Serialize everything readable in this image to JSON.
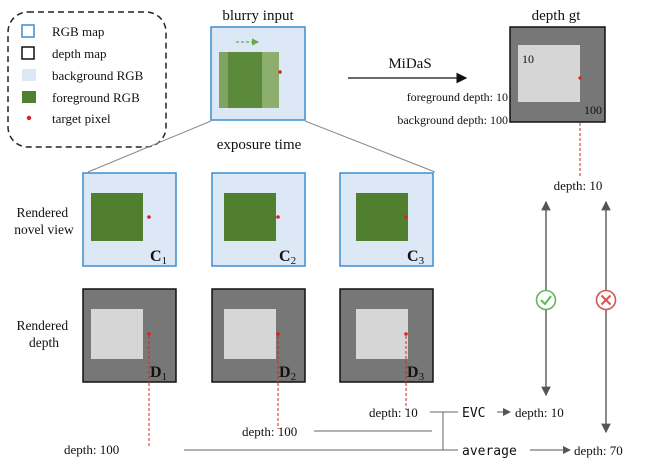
{
  "legend": {
    "items": [
      {
        "label": "RGB map",
        "swatch": "rgb-map-outline"
      },
      {
        "label": "depth map",
        "swatch": "depth-map-outline"
      },
      {
        "label": "background RGB",
        "swatch": "background-rgb-fill"
      },
      {
        "label": "foreground RGB",
        "swatch": "foreground-rgb-fill"
      },
      {
        "label": "target pixel",
        "swatch": "target-pixel-dot"
      }
    ]
  },
  "top": {
    "blurry_input_title": "blurry input",
    "midas_label": "MiDaS",
    "depth_gt_title": "depth gt",
    "gt_foreground_value": "10",
    "gt_background_value": "100",
    "foreground_depth_text": "foreground depth: 10",
    "background_depth_text": "background depth: 100",
    "exposure_time_label": "exposure time"
  },
  "rows": {
    "rendered_novel_view_label": "Rendered novel view",
    "rendered_depth_label": "Rendered depth"
  },
  "views": [
    {
      "label_main": "C",
      "label_sub": "1"
    },
    {
      "label_main": "C",
      "label_sub": "2"
    },
    {
      "label_main": "C",
      "label_sub": "3"
    }
  ],
  "depths": [
    {
      "label_main": "D",
      "label_sub": "1"
    },
    {
      "label_main": "D",
      "label_sub": "2"
    },
    {
      "label_main": "D",
      "label_sub": "3"
    }
  ],
  "readouts": {
    "gt_depth": "depth: 10",
    "d1_depth": "depth: 100",
    "d2_depth": "depth: 100",
    "d3_depth": "depth: 10",
    "evc_label": "EVC",
    "evc_result": "depth: 10",
    "average_label": "average",
    "average_result": "depth: 70"
  },
  "colors": {
    "rgb_border": "#3b8ed0",
    "background_rgb": "#dce8f5",
    "foreground_rgb": "#4f7f2f",
    "depth_background": "#777777",
    "depth_foreground": "#d6d6d6",
    "target_pixel": "#e02020",
    "check": "#5cb85c",
    "cross": "#d9534f",
    "arrow_line": "#555555"
  },
  "icons": {
    "check": "check-circle-icon",
    "cross": "cross-circle-icon"
  }
}
